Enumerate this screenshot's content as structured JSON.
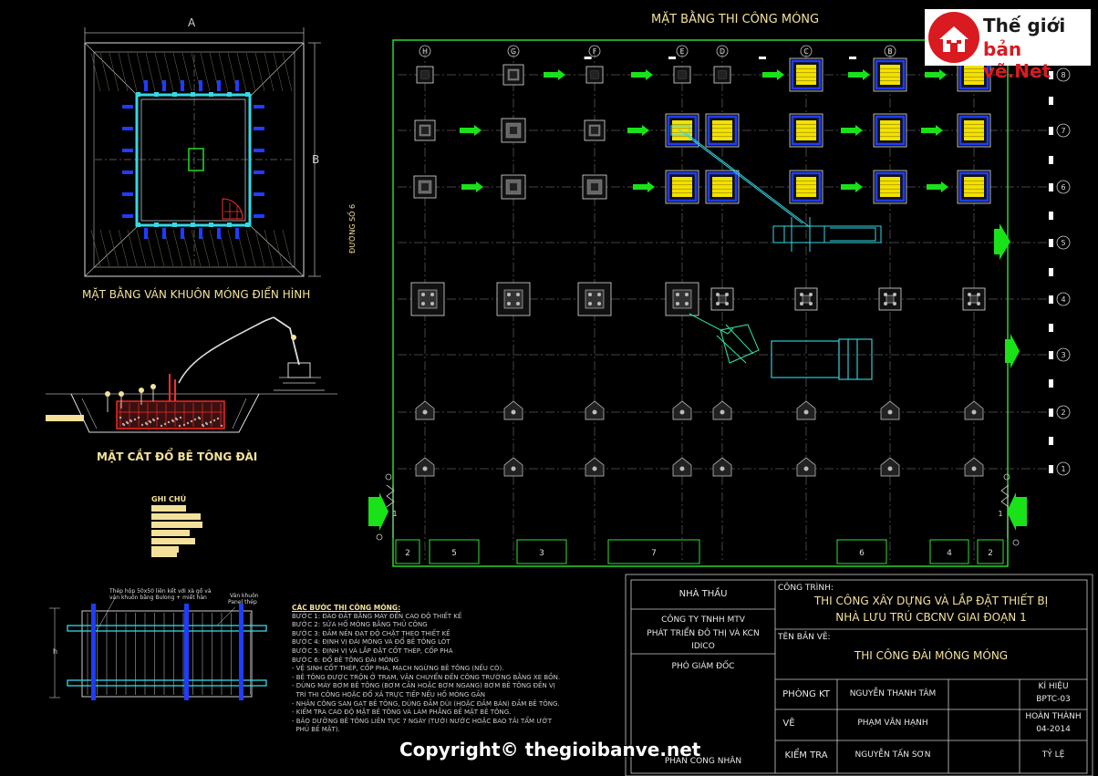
{
  "logo": {
    "line1": "Thế giới",
    "line2": "bản vẽ.Net",
    "house_color": "#d91a20"
  },
  "watermark": "Copyright© thegioibanve.net",
  "plan": {
    "title": "MẶT BẰNG THI CÔNG MÓNG",
    "road_label": "ĐƯỜNG SỐ 6",
    "col_labels": [
      "H",
      "G",
      "F",
      "E",
      "D",
      "C",
      "B"
    ],
    "row_labels": [
      "8",
      "7",
      "6",
      "5",
      "4",
      "3",
      "2",
      "1"
    ],
    "bottom_zones": [
      "2",
      "5",
      "3",
      "7",
      "6",
      "4",
      "2"
    ],
    "corner_label": "1"
  },
  "formwork_detail": {
    "title": "MẶT BẰNG VÁN KHUÔN MÓNG ĐIỂN HÌNH",
    "dim_a": "A",
    "dim_b": "B"
  },
  "section_detail": {
    "title": "MẶT CẮT ĐỔ BÊ TÔNG ĐÀI"
  },
  "notes": {
    "title": "GHI CHÚ"
  },
  "formwork_elevation": {
    "note1": "Thép hộp 50x50 liên kết với xà gồ và",
    "note2": "ván khuôn bằng Bulong + miết hàn",
    "note3": "Ván khuôn",
    "note4": "Panel thép",
    "dim_h": "h"
  },
  "steps": {
    "title": "CÁC BƯỚC THI CÔNG MÓNG:",
    "items": [
      "BƯỚC 1: ĐÀO ĐẤT BẰNG MÁY ĐẾN CAO ĐỘ THIẾT KẾ",
      "BƯỚC 2: SỬA HỐ MÓNG BẰNG THỦ CÔNG",
      "BƯỚC 3: ĐẦM NỀN ĐẠT ĐỘ CHẶT THEO THIẾT KẾ",
      "BƯỚC 4: ĐỊNH VỊ ĐÀI MÓNG VÀ ĐỔ BÊ TÔNG LÓT",
      "BƯỚC 5: ĐỊNH VỊ VÀ LẮP ĐẶT CỐT THÉP, CỐP PHA",
      "BƯỚC 6: ĐỔ BÊ TÔNG ĐÀI MÓNG",
      "- VỆ SINH CỐT THÉP, CỐP PHA, MẠCH NGỪNG BÊ TÔNG (NẾU CÓ).",
      "- BÊ TÔNG ĐƯỢC TRỘN Ở TRẠM, VẬN CHUYỂN ĐẾN CÔNG TRƯỜNG BẰNG XE BỒN.",
      "- DÙNG MÁY BƠM BÊ TÔNG (BƠM CẦN HOẶC BƠM NGANG) BƠM BÊ TÔNG ĐẾN VỊ",
      "  TRÍ THI CÔNG HOẶC ĐỔ XẢ TRỰC TIẾP NẾU HỐ MÓNG GẦN",
      "- NHÂN CÔNG SAN GẠT BÊ TÔNG, DÙNG ĐẦM DÙI (HOẶC ĐẦM BÀN) ĐẦM BÊ TÔNG.",
      "- KIỂM TRA CAO ĐỘ MẶT BÊ TÔNG VÀ LÀM PHẲNG BỀ MẶT BÊ TÔNG.",
      "- BẢO DƯỠNG BÊ TÔNG LIÊN TỤC 7 NGÀY (TƯỚI NƯỚC HOẶC BAO TẢI TẨM ƯỚT",
      "  PHỦ BỀ MẶT)."
    ]
  },
  "title_block": {
    "contractor_label": "NHÀ THẦU",
    "company1": "CÔNG TY TNHH MTV",
    "company2": "PHÁT TRIỂN ĐÔ THỊ VÀ KCN",
    "company3": "IDICO",
    "deputy": "PHÓ GIÁM ĐỐC",
    "deputy_name": "PHAN CÔNG NHÂN",
    "project_label": "CÔNG TRÌNH:",
    "project1": "THI CÔNG XÂY DỰNG VÀ LẮP ĐẶT THIẾT BỊ",
    "project2": "NHÀ LƯU TRÚ CBCNV GIAI ĐOẠN 1",
    "drawing_label": "TÊN BẢN VẼ:",
    "drawing_name": "THI CÔNG ĐÀI MÓNG MÓNG",
    "r1_label": "PHÒNG KT",
    "r1_name": "NGUYỄN THANH TÂM",
    "r2_label": "VẼ",
    "r2_name": "PHẠM VĂN HẠNH",
    "r3_label": "KIỂM TRA",
    "r3_name": "NGUYỄN TẤN SƠN",
    "code_label": "KÍ HIỆU",
    "code": "BPTC-03",
    "done_label": "HOÀN THÀNH",
    "done": "04-2014",
    "scale_label": "TỶ LỆ"
  }
}
